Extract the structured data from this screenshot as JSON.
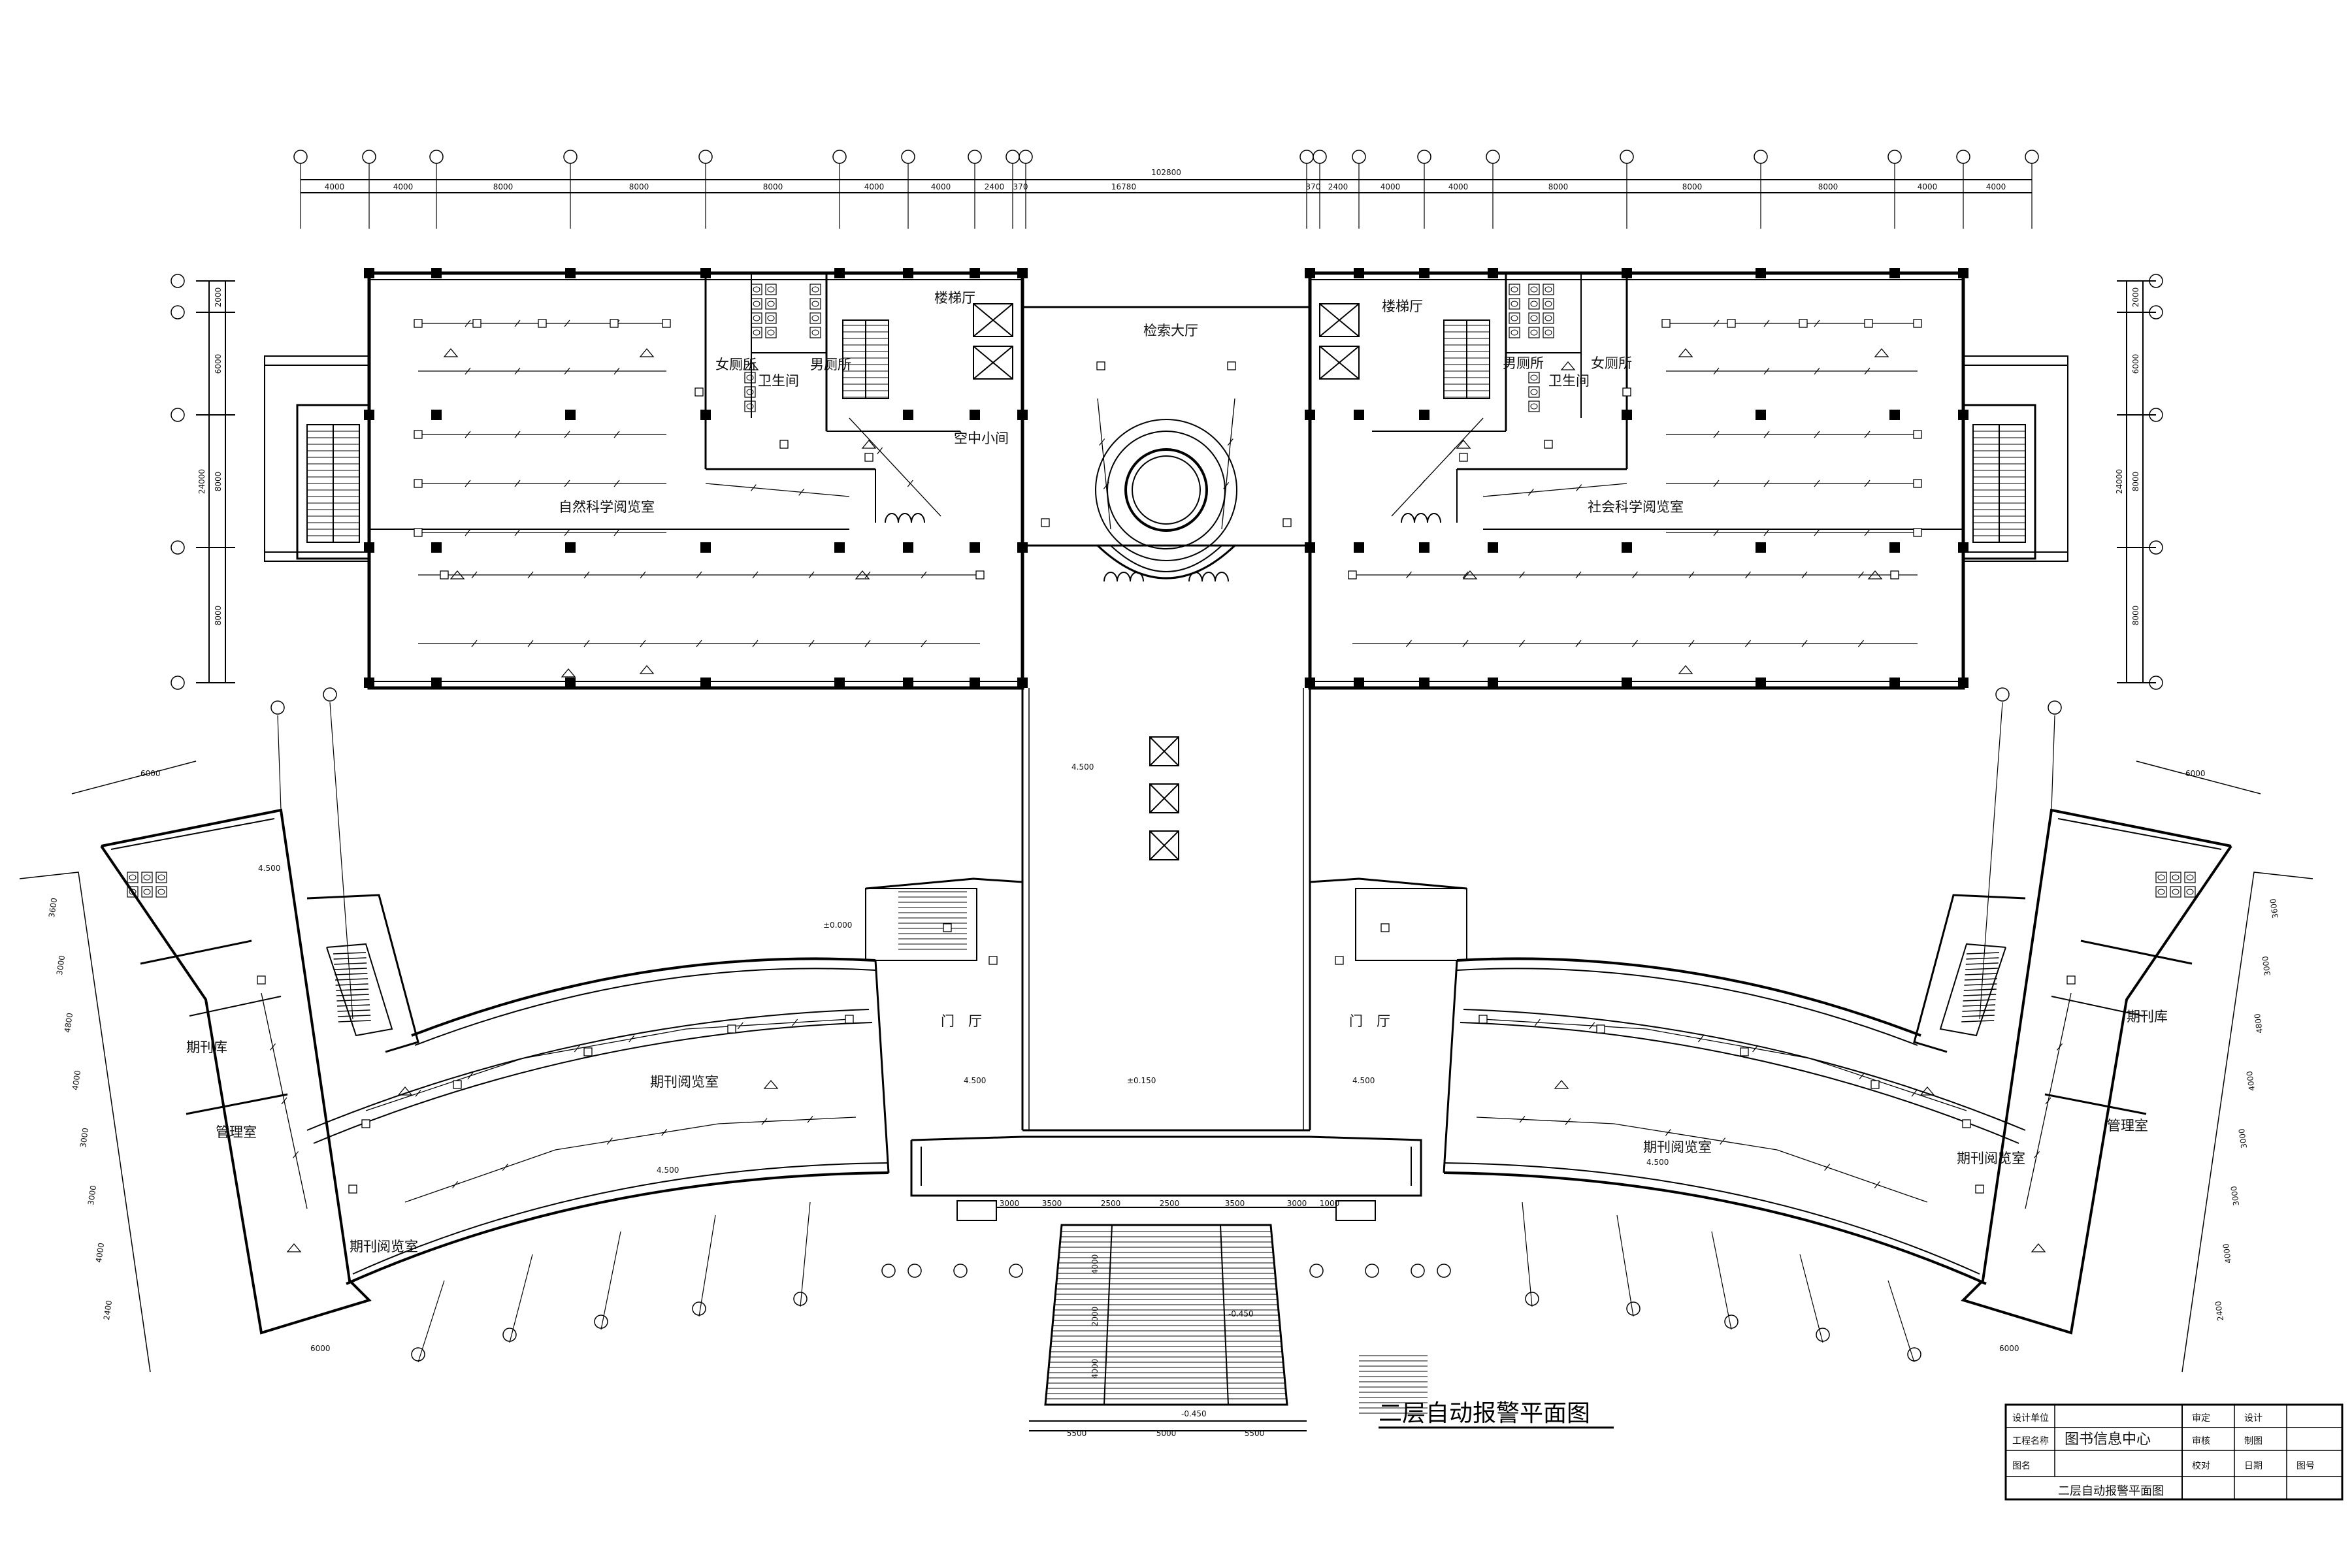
{
  "drawing_title": "二层自动报警平面图",
  "room_labels": {
    "natural_science_reading": "自然科学阅览室",
    "social_science_reading": "社会科学阅览室",
    "retrieval_hall": "检索大厅",
    "stair_hall_left": "楼梯厅",
    "stair_hall_right": "楼梯厅",
    "women_wc_left": "女厕所",
    "men_wc_left": "男厕所",
    "wc_left": "卫生间",
    "women_wc_right": "女厕所",
    "men_wc_right": "男厕所",
    "wc_right": "卫生间",
    "small_room": "空中小间",
    "periodical_store_left": "期刊库",
    "admin_left": "管理室",
    "periodical_reading_left_a": "期刊阅览室",
    "periodical_reading_left_b": "期刊阅览室",
    "door_hall_left": "门　厅",
    "door_hall_right": "门　厅",
    "periodical_store_right": "期刊库",
    "admin_right": "管理室",
    "periodical_reading_right_a": "期刊阅览室",
    "periodical_reading_right_b": "期刊阅览室"
  },
  "dimensions": {
    "top_total": "102800",
    "top_left": [
      "4000",
      "4000",
      "8000",
      "8000",
      "8000",
      "4000",
      "4000",
      "2400",
      "370"
    ],
    "top_center": "16780",
    "top_right": [
      "370",
      "2400",
      "4000",
      "4000",
      "8000",
      "8000",
      "8000",
      "4000",
      "4000"
    ],
    "left_side": [
      "2000",
      "6000",
      "8000",
      "8000"
    ],
    "left_side_total": "24000",
    "right_side": [
      "2000",
      "6000",
      "8000",
      "8000"
    ],
    "right_side_total": "24000",
    "entrance_row": [
      "3000",
      "3500",
      "2500",
      "2500",
      "3500",
      "3000"
    ],
    "entrance_edge": "1000",
    "stair_bottom": [
      "5500",
      "5000",
      "5500"
    ],
    "stair_vertical": [
      "4000",
      "2000",
      "4000"
    ],
    "wing_top_left": "6000",
    "wing_top_right": "6000",
    "wing_bottom_left": "6000",
    "wing_bottom_right": "6000",
    "wing_side_left": [
      "3600",
      "3000",
      "4800",
      "4000",
      "3000",
      "3000",
      "4000",
      "2400"
    ],
    "wing_side_right": [
      "3600",
      "3000",
      "4800",
      "4000",
      "3000",
      "3000",
      "4000",
      "2400"
    ]
  },
  "elevations": {
    "hall": "±0.150",
    "door_left": "4.500",
    "door_right": "4.500",
    "corridor": "4.500",
    "reading_left": "4.500",
    "reading_right": "4.500",
    "wing_left": "4.500",
    "stair": "±0.000",
    "forecourt": "-0.450",
    "bottom": "-0.450"
  },
  "title_block": {
    "project": "图书信息中心",
    "drawing_name": "二层自动报警平面图",
    "labels": [
      "设计单位",
      "工程名称",
      "图名"
    ],
    "fields": [
      "审定",
      "审核",
      "校对",
      "设计",
      "制图",
      "日期",
      "图号"
    ]
  },
  "colors": {
    "line": "#000000",
    "background": "#ffffff"
  }
}
